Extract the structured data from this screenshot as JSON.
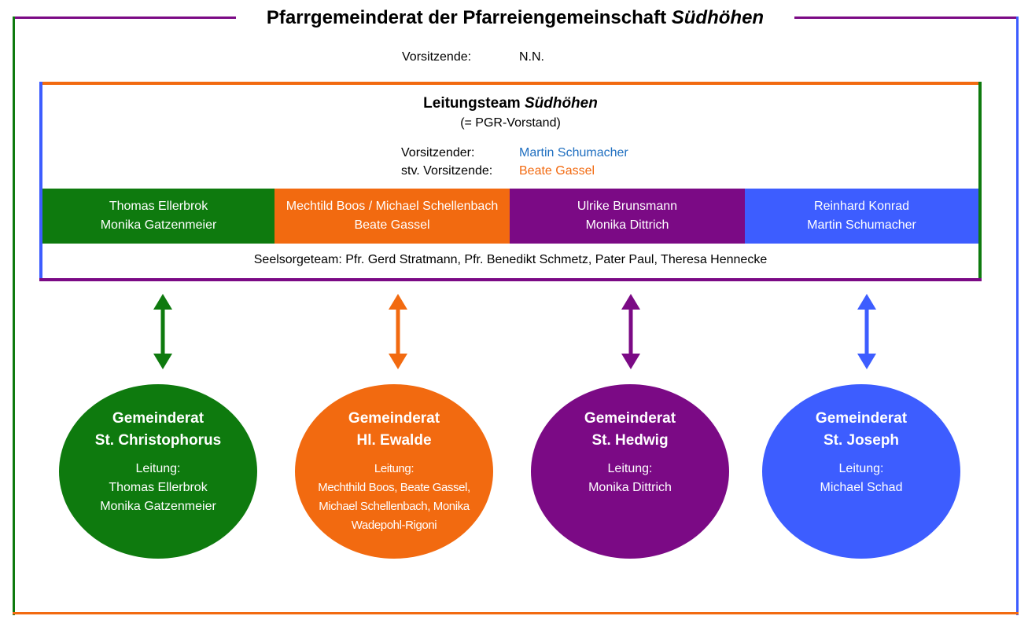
{
  "header": {
    "title_prefix": "Pfarrgemeinderat der Pfarreiengemeinschaft ",
    "title_italic": "Südhöhen"
  },
  "chair": {
    "label": "Vorsitzende:",
    "value": "N.N."
  },
  "leitungsteam": {
    "title_prefix": "Leitungsteam ",
    "title_italic": "Südhöhen",
    "subtitle": "(= PGR-Vorstand)",
    "chair_label": "Vorsitzender:",
    "chair_value": "Martin Schumacher",
    "vice_label": "stv. Vorsitzende:",
    "vice_value": "Beate Gassel",
    "groups": [
      {
        "line1": "Thomas Ellerbrok",
        "line2": "Monika Gatzenmeier"
      },
      {
        "line1": "Mechtild Boos / Michael Schellenbach",
        "line2": "Beate Gassel"
      },
      {
        "line1": "Ulrike Brunsmann",
        "line2": "Monika Dittrich"
      },
      {
        "line1": "Reinhard Konrad",
        "line2": "Martin Schumacher"
      }
    ],
    "seelsorge": "Seelsorgeteam: Pfr. Gerd Stratmann, Pfr. Benedikt Schmetz, Pater Paul, Theresa Hennecke"
  },
  "councils": [
    {
      "title1": "Gemeinderat",
      "title2": "St. Christophorus",
      "lead_label": "Leitung:",
      "lead_lines": [
        "Thomas Ellerbrok",
        "Monika Gatzenmeier"
      ]
    },
    {
      "title1": "Gemeinderat",
      "title2": "Hl. Ewalde",
      "lead_label": "Leitung:",
      "lead_lines": [
        "Mechthild Boos, Beate Gassel,",
        "Michael Schellenbach, Monika",
        "Wadepohl-Rigoni"
      ]
    },
    {
      "title1": "Gemeinderat",
      "title2": "St. Hedwig",
      "lead_label": "Leitung:",
      "lead_lines": [
        "Monika Dittrich"
      ]
    },
    {
      "title1": "Gemeinderat",
      "title2": "St. Joseph",
      "lead_label": "Leitung:",
      "lead_lines": [
        "Michael Schad"
      ]
    }
  ],
  "colors": {
    "green": "#0e7a0e",
    "orange": "#f26a10",
    "purple": "#7b0a85",
    "blue": "#3d5dff",
    "link_blue": "#1f6fc0",
    "vice_orange": "#f26a10"
  }
}
